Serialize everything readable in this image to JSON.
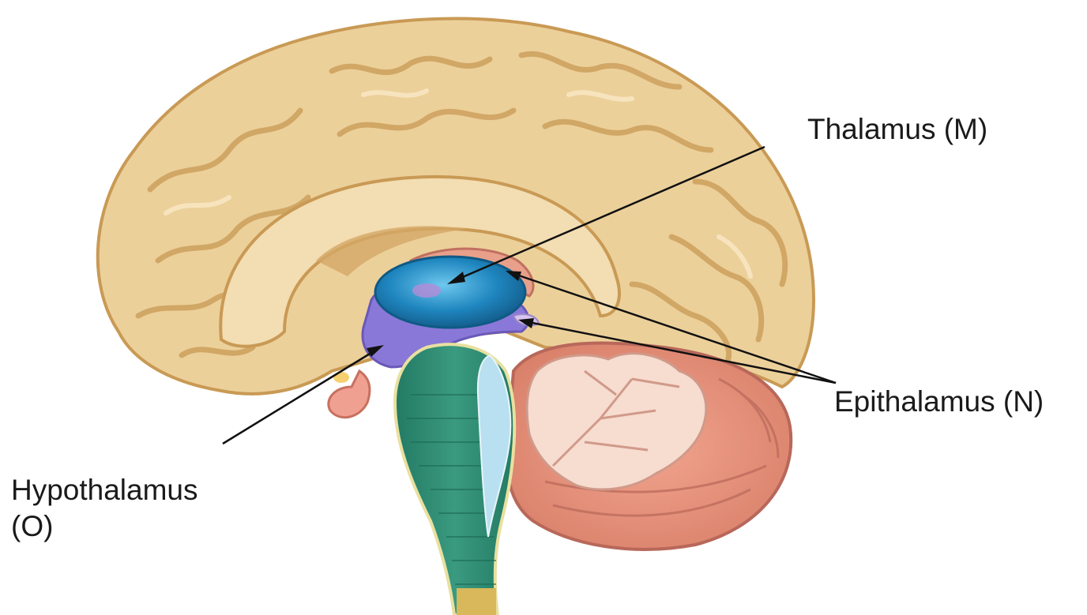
{
  "labels": {
    "thalamus": "Thalamus (M)",
    "epithalamus": "Epithalamus (N)",
    "hypothalamus_line1": "Hypothalamus",
    "hypothalamus_line2": "(O)"
  },
  "colors": {
    "cerebrum": "#ecd09a",
    "cerebrum_shadow": "#c99a55",
    "cerebrum_highlight": "#f8e6c2",
    "thalamus": "#1f7fb8",
    "hypothalamus": "#8a78d8",
    "epithalamus": "#e8a08a",
    "brainstem": "#2e8a72",
    "cerebellum_outer": "#e4917c",
    "cerebellum_inner": "#f7dcd0",
    "pituitary": "#f0a090",
    "fourth_ventricle": "#b8e0f0",
    "leader_line": "#111111"
  }
}
